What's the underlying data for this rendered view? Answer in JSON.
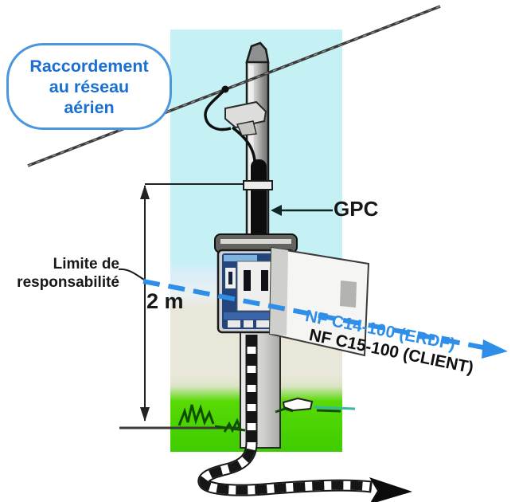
{
  "diagram": {
    "bubble": {
      "lines": [
        "Raccordement",
        "au réseau",
        "aérien"
      ]
    },
    "labels": {
      "gpc": "GPC",
      "limit_line1": "Limite de",
      "limit_line2": "responsabilité",
      "height_dimension": "2 m",
      "norm_network": "NF C14-100 (ERDF)",
      "norm_client": "NF C15-100 (CLIENT)"
    },
    "colors": {
      "bubble_text": "#1a6fd4",
      "bubble_border": "#4a96dc",
      "responsibility_boundary_line": "#2e8ee8",
      "sky_band": "#c6f1f4",
      "wall_band": "#e9e6da",
      "grass_band": "#4ed400",
      "cable_black": "#0f0f0f"
    }
  }
}
